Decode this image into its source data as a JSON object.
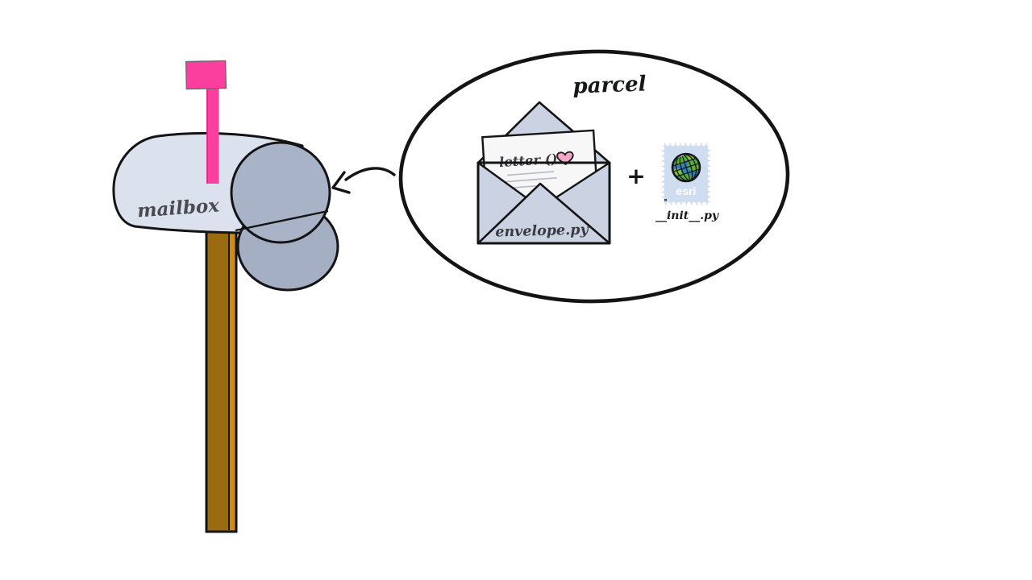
{
  "scene": {
    "background_color": "#ffffff",
    "outline_color": "#141414"
  },
  "mailbox": {
    "label": "mailbox",
    "label_color": "#4a4b52",
    "body_color": "#dce2ed",
    "front_color": "#a9b3c8",
    "door_flap_color": "#a5afc4",
    "flag_color": "#fb3f9f",
    "post_color": "#9a6b10",
    "post_stripe_color": "#cf8c13"
  },
  "arrow": {
    "icon": "curved-arrow-left",
    "color": "#141414"
  },
  "parcel": {
    "title": "parcel",
    "plus": "+",
    "bubble_fill": "#ffffff",
    "bubble_outline": "#141414"
  },
  "envelope": {
    "filename": "envelope.py",
    "filename_color": "#3a3b40",
    "fill_color": "#cbd3e2",
    "letter": {
      "text": "letter ()",
      "text_color": "#3e3f45",
      "paper_color": "#f7f7f8",
      "heart_icon": "heart",
      "heart_color": "#f7a6c9",
      "ruled_line_color": "#b8bbc3"
    }
  },
  "stamp": {
    "brand": "esri",
    "brand_color": "#ffffff",
    "filename": "__init__.py",
    "filename_color": "#17181a",
    "background_color": "#cfddf1",
    "globe_icon": "globe",
    "globe_ocean_color": "#2b7fc2",
    "globe_land_color": "#5aad3c",
    "globe_land_light_color": "#86c440"
  }
}
